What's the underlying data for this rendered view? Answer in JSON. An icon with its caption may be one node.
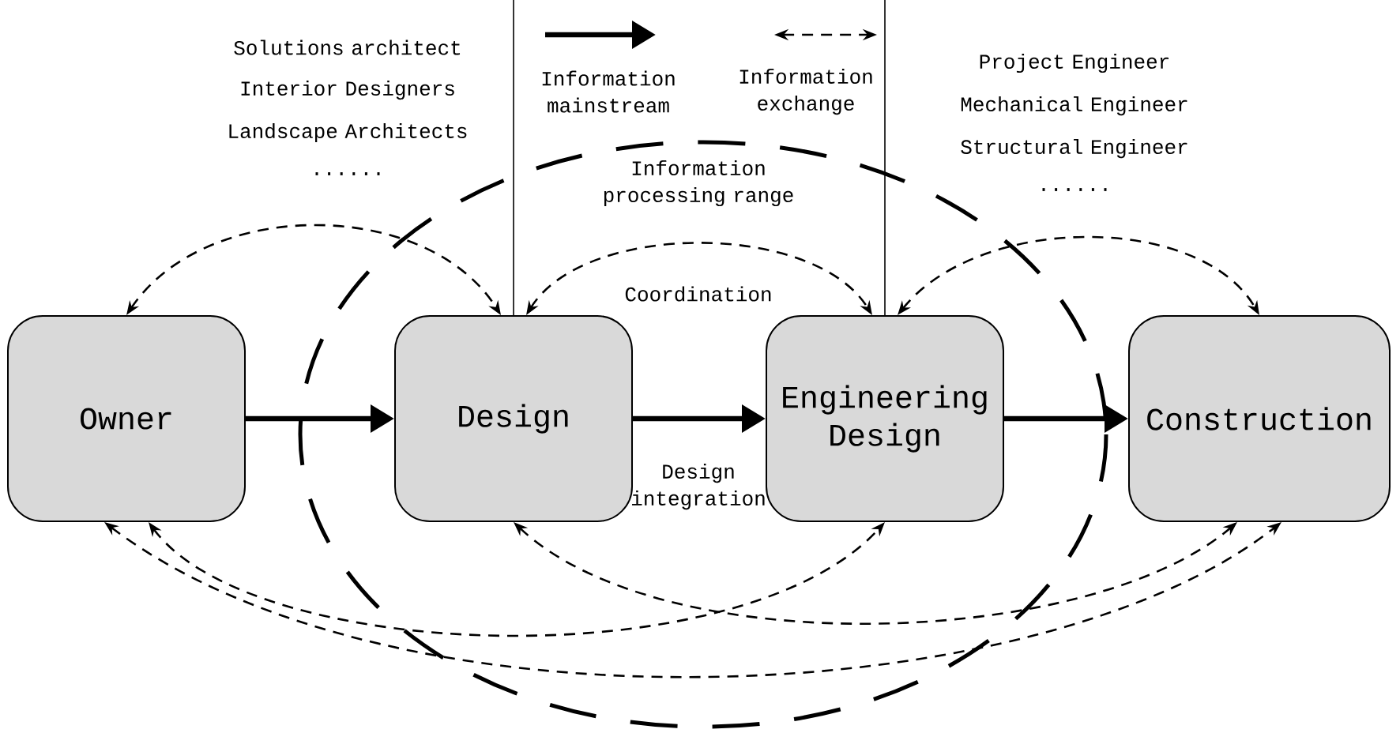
{
  "diagram": {
    "nodes": [
      {
        "text": [
          "Owner"
        ]
      },
      {
        "text": [
          "Design"
        ]
      },
      {
        "text": [
          "Engineering Design"
        ]
      },
      {
        "text": [
          "Construction"
        ]
      }
    ],
    "edges": [
      {
        "from": 0,
        "to": 1,
        "arrow": "to",
        "style": "thick"
      },
      {
        "from": 1,
        "to": 2,
        "arrow": "to",
        "style": "thick"
      },
      {
        "from": 2,
        "to": 3,
        "arrow": "to",
        "style": "thick"
      },
      {
        "from": 0,
        "to": 1,
        "arrow": "both",
        "style": "dashed"
      },
      {
        "from": 1,
        "to": 2,
        "arrow": "both",
        "style": "dashed"
      },
      {
        "from": 2,
        "to": 3,
        "arrow": "both",
        "style": "dashed"
      },
      {
        "from": 0,
        "to": 2,
        "arrow": "both",
        "style": "dashed"
      },
      {
        "from": 0,
        "to": 3,
        "arrow": "both",
        "style": "dashed"
      },
      {
        "from": 1,
        "to": 3,
        "arrow": "both",
        "style": "dashed"
      }
    ],
    "labels": [
      "Solutions architect",
      "Interior Designers",
      "Landscape Architects",
      "......",
      "Project Engineer",
      "Mechanical Engineer",
      "Structural Engineer",
      "......",
      "Information processing range",
      "Coordination",
      "Design integration"
    ],
    "legend": [
      {
        "text": "Information mainstream"
      },
      {
        "text": "Information exchange"
      }
    ]
  }
}
